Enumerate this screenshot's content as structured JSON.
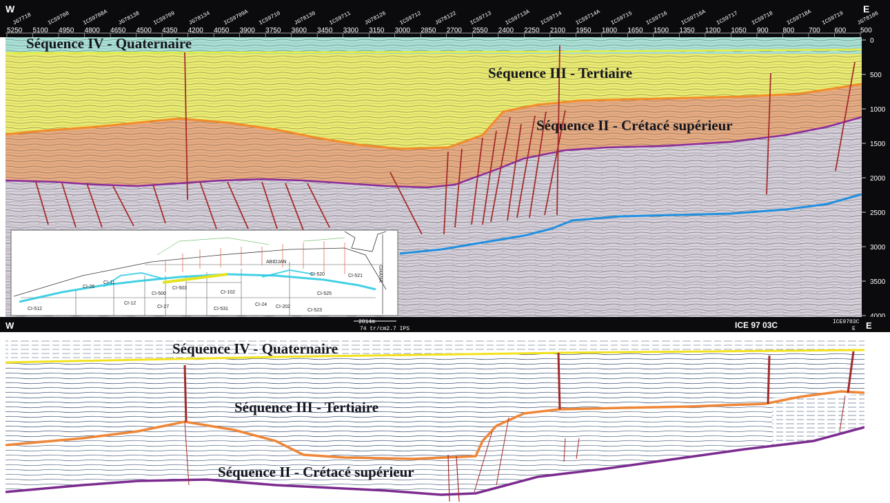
{
  "header": {
    "west": "W",
    "east": "E",
    "shotpoints": [
      "5250",
      "5100",
      "4950",
      "4800",
      "4650",
      "4500",
      "4350",
      "4200",
      "4050",
      "3900",
      "3750",
      "3600",
      "3450",
      "3300",
      "3150",
      "3000",
      "2850",
      "2700",
      "2550",
      "2400",
      "2250",
      "2100",
      "1950",
      "1800",
      "1650",
      "1500",
      "1350",
      "1200",
      "1050",
      "900",
      "800",
      "700",
      "600",
      "500"
    ],
    "line_ids": [
      "JG7718",
      "ICS9708",
      "ICS9708A",
      "JG78138",
      "ICS9709",
      "JG78134",
      "ICS9709A",
      "ICS9710",
      "JG78130",
      "ICS9711",
      "JG78126",
      "ICS9712",
      "JG78122",
      "ICS9713",
      "ICS9713A",
      "ICS9714",
      "ICS9714A",
      "ICS9715",
      "ICS9716",
      "ICS9716A",
      "ICS9717",
      "ICS9718",
      "ICS9718A",
      "ICS9719",
      "JG78106"
    ]
  },
  "seismic": {
    "depth_ticks": [
      "0",
      "500",
      "1000",
      "1500",
      "2000",
      "2500",
      "3000",
      "3500",
      "4000"
    ],
    "labels": {
      "quaternaire": "Séquence IV - Quaternaire",
      "tertiaire": "Séquence III - Tertiaire",
      "cretace": "Séquence II - Crétacé supérieur"
    }
  },
  "footer": {
    "west": "W",
    "east": "E",
    "scale": "2814m",
    "scale_sub": "74 tr/cm2.7 IPS",
    "line_name": "ICE 97 03C",
    "line_code": "ICE9703C",
    "line_code_e": "E"
  },
  "inset_map": {
    "country": "GHANA",
    "city": "ABIDJAN",
    "blocks": [
      "CI-512",
      "CI-12",
      "CI-500",
      "CI-27",
      "CI-531",
      "CI-503",
      "CI-102",
      "CI-24",
      "CI-202",
      "CI-525",
      "CI-523",
      "CI-520",
      "CI-521",
      "CI-11",
      "CI-26"
    ]
  },
  "interpretation": {
    "labels": {
      "quaternaire": "Séquence IV - Quaternaire",
      "tertiaire": "Séquence III - Tertiaire",
      "cretace": "Séquence II - Crétacé supérieur"
    }
  },
  "colors": {
    "quaternaire": "#a9e1d6",
    "tertiaire": "#eced6a",
    "cretace": "#e8a87a",
    "basement": "#d8d2dc",
    "orange_horizon": "#f28c28",
    "purple_horizon": "#8b2a9b",
    "blue_horizon": "#1f8fe0",
    "fault": "#a52a2a",
    "strata": "#3b5273"
  }
}
